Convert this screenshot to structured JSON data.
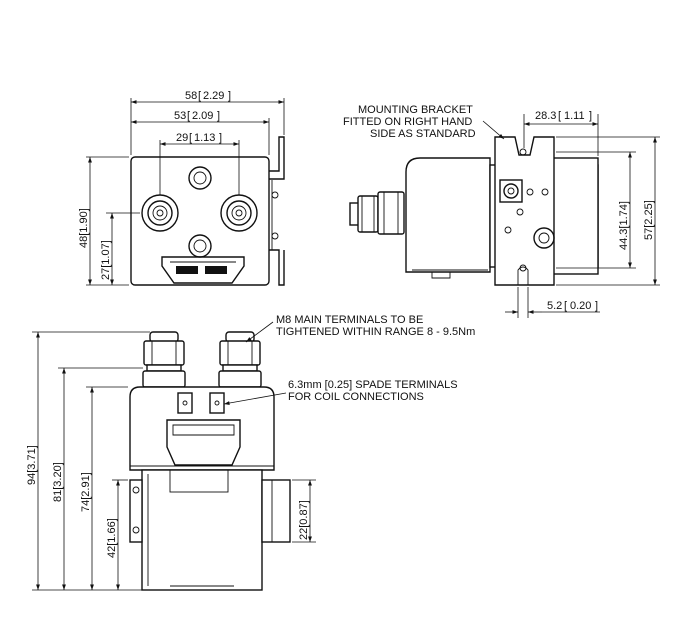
{
  "front_view": {
    "width_overall": "58",
    "width_overall_in": "2.29",
    "width_body": "53",
    "width_body_in": "2.09",
    "terminal_spacing": "29",
    "terminal_spacing_in": "1.13",
    "height_overall": "48",
    "height_overall_in": "1.90",
    "height_terminal": "27",
    "height_terminal_in": "1.07"
  },
  "side_view": {
    "bracket_note_line1": "MOUNTING BRACKET",
    "bracket_note_line2": "FITTED ON RIGHT HAND",
    "bracket_note_line3": "SIDE AS STANDARD",
    "bracket_depth": "28.3",
    "bracket_depth_in": "1.11",
    "hole_pitch": "44.3",
    "hole_pitch_in": "1.74",
    "bracket_height": "57",
    "bracket_height_in": "2.25",
    "slot_width": "5.2",
    "slot_width_in": "0.20"
  },
  "elevation_view": {
    "terminal_note_line1": "M8 MAIN TERMINALS TO BE",
    "terminal_note_line2": "TIGHTENED WITHIN RANGE 8 - 9.5Nm",
    "spade_note_line1": "6.3mm [0.25] SPADE TERMINALS",
    "spade_note_line2": "FOR  COIL CONNECTIONS",
    "height_overall": "94",
    "height_overall_in": "3.71",
    "height_to_nut": "81",
    "height_to_nut_in": "3.20",
    "height_to_body": "74",
    "height_to_body_in": "2.91",
    "height_to_bracket": "42",
    "height_to_bracket_in": "1.66",
    "bracket_size": "22",
    "bracket_size_in": "0.87"
  }
}
